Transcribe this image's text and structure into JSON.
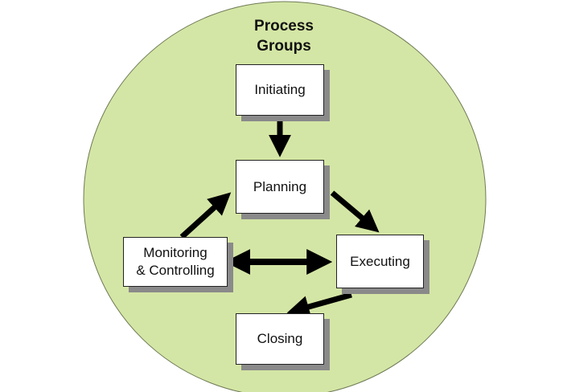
{
  "title": "Process Groups",
  "colors": {
    "circle_fill": "#d4e6a5",
    "circle_stroke": "#6e7a55",
    "box_shadow": "#8a8a8a",
    "arrow": "#000000"
  },
  "nodes": {
    "initiating": "Initiating",
    "planning": "Planning",
    "monitoring": "Monitoring\n& Controlling",
    "executing": "Executing",
    "closing": "Closing"
  },
  "edges": [
    {
      "from": "Initiating",
      "to": "Planning"
    },
    {
      "from": "Planning",
      "to": "Executing"
    },
    {
      "from": "Executing",
      "to": "Monitoring & Controlling",
      "bidirectional": true
    },
    {
      "from": "Monitoring & Controlling",
      "to": "Planning"
    },
    {
      "from": "Executing",
      "to": "Closing"
    }
  ]
}
